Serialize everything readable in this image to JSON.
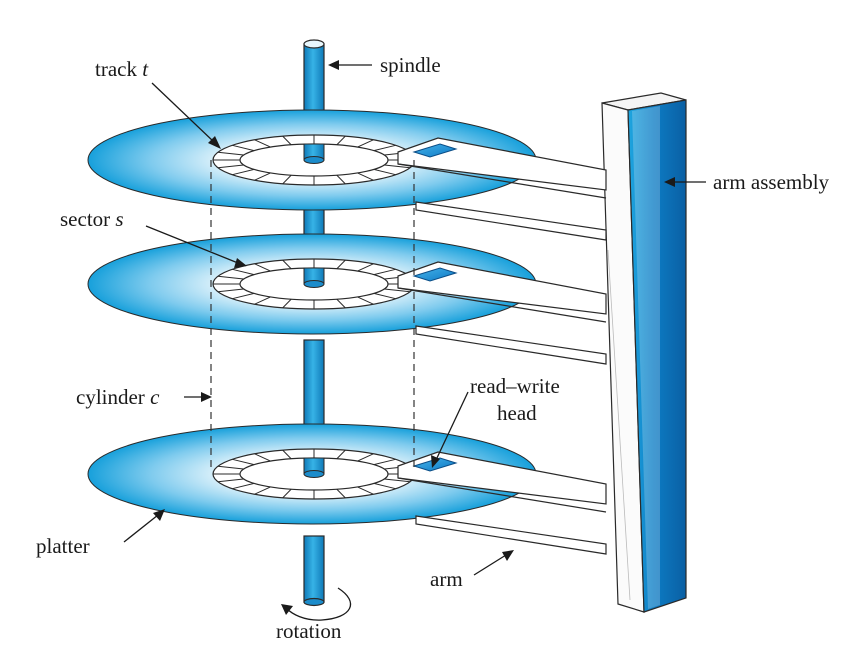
{
  "labels": {
    "spindle": "spindle",
    "track": "track",
    "track_var": "t",
    "sector": "sector",
    "sector_var": "s",
    "cylinder": "cylinder",
    "cylinder_var": "c",
    "arm_assembly": "arm assembly",
    "read_write_line1": "read–write",
    "read_write_line2": "head",
    "platter": "platter",
    "arm": "arm",
    "rotation": "rotation"
  },
  "colors": {
    "platter_edge": "#1aa3dd",
    "platter_center": "#ffffff",
    "head_block": "#1f8fd6",
    "spindle_blue": "#1b9ad6",
    "outline": "#2a2a2a"
  },
  "components": {
    "platter_count": 3,
    "sectors_per_track": 20
  }
}
